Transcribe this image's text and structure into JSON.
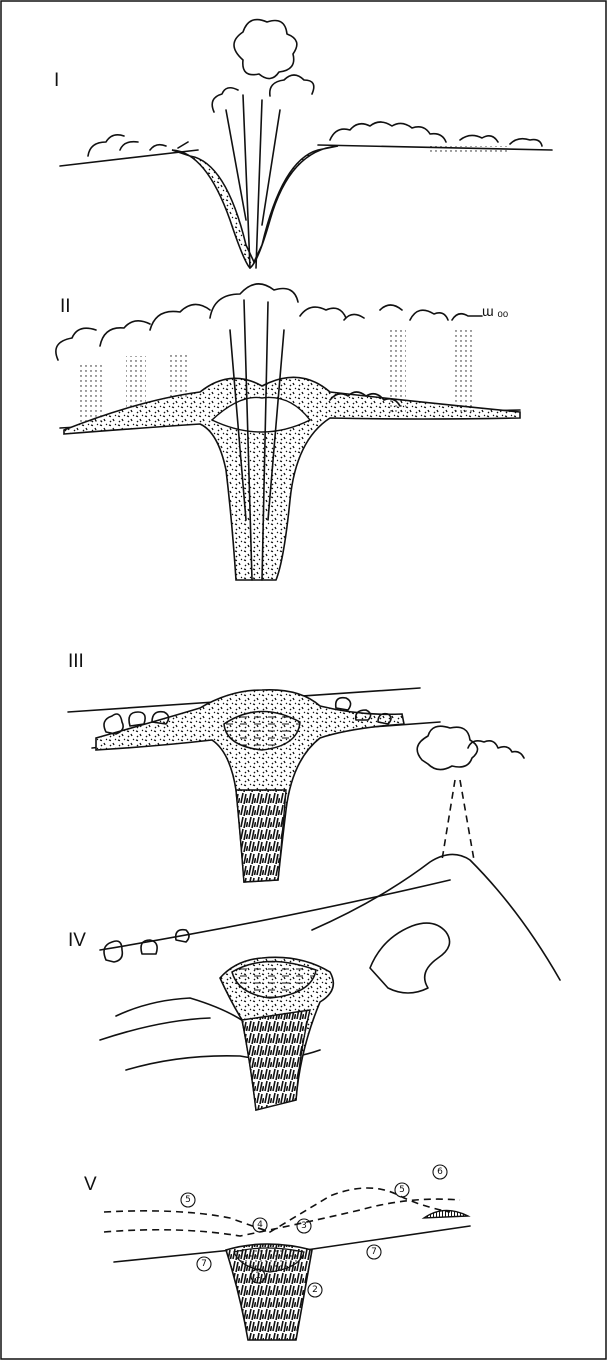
{
  "panels": [
    {
      "label": "I"
    },
    {
      "label": "II"
    },
    {
      "label": "III"
    },
    {
      "label": "IV"
    },
    {
      "label": "V"
    }
  ],
  "stratigraphy_markers": [
    "1",
    "2",
    "3",
    "4",
    "5",
    "6",
    "7",
    "7"
  ]
}
